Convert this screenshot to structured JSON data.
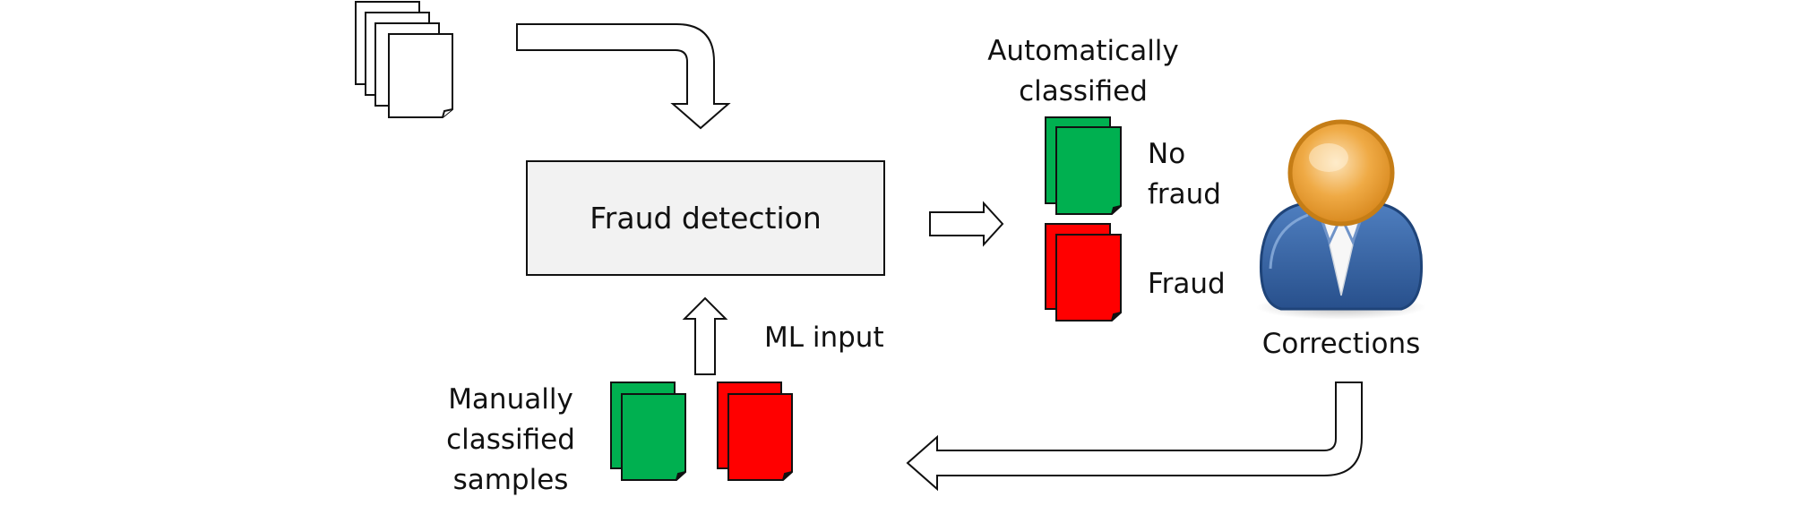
{
  "diagram": {
    "process_box": {
      "label": "Fraud detection"
    },
    "output_group": {
      "heading_line1": "Automatically",
      "heading_line2": "classified",
      "no_fraud_line1": "No",
      "no_fraud_line2": "fraud",
      "fraud": "Fraud"
    },
    "reviewer": {
      "label": "Corrections"
    },
    "training": {
      "input_label": "ML input",
      "samples_line1": "Manually",
      "samples_line2": "classified",
      "samples_line3": "samples"
    },
    "colors": {
      "no_fraud": "#00b050",
      "fraud": "#ff0000",
      "box_fill": "#f2f2f2",
      "person_head": "#e8a13a",
      "person_body": "#3465a4"
    }
  }
}
